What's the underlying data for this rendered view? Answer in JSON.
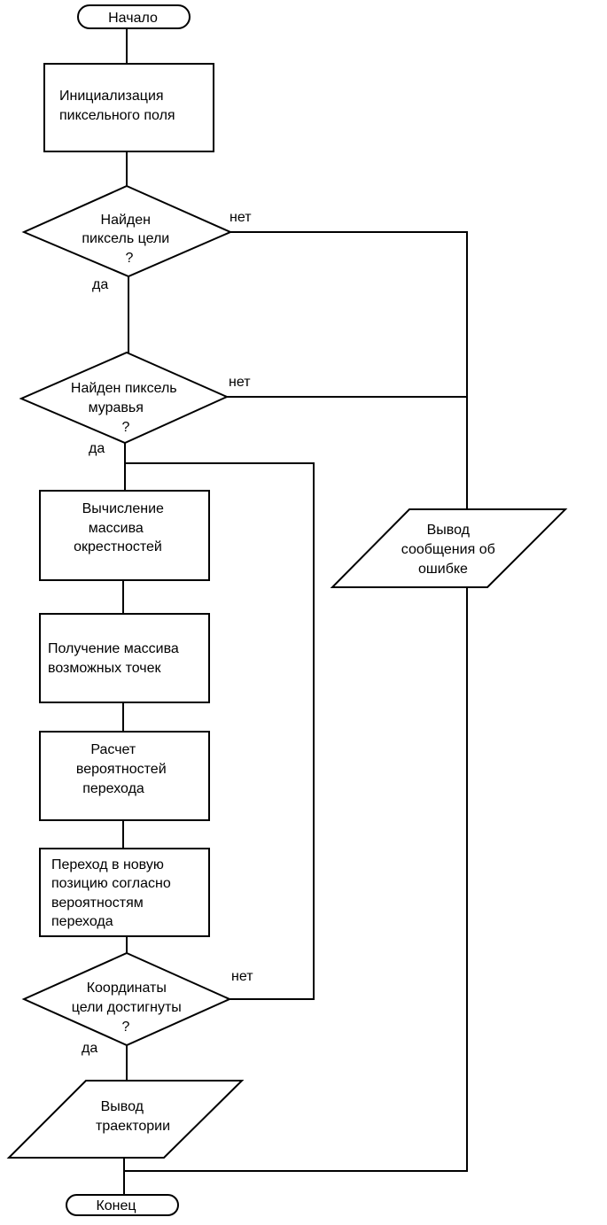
{
  "flowchart": {
    "start": "Начало",
    "init": [
      "Инициализация",
      "пиксельного поля"
    ],
    "decision_target": [
      "Найден",
      "пиксель цели",
      "?"
    ],
    "decision_ant": [
      "Найден пиксель",
      "муравья",
      "?"
    ],
    "calc_neighborhood": [
      "Вычисление",
      "массива",
      "окрестностей"
    ],
    "get_points": [
      "Получение массива",
      "возможных точек"
    ],
    "calc_probabilities": [
      "Расчет",
      "вероятностей",
      "перехода"
    ],
    "move": [
      "Переход в новую",
      "позицию согласно",
      "вероятностям",
      "перехода"
    ],
    "decision_reached": [
      "Координаты",
      "цели достигнуты",
      "?"
    ],
    "output_trajectory": [
      "Вывод",
      "траектории"
    ],
    "output_error": [
      "Вывод",
      "сообщения об",
      "ошибке"
    ],
    "end": "Конец",
    "yes": "да",
    "no": "нет"
  }
}
